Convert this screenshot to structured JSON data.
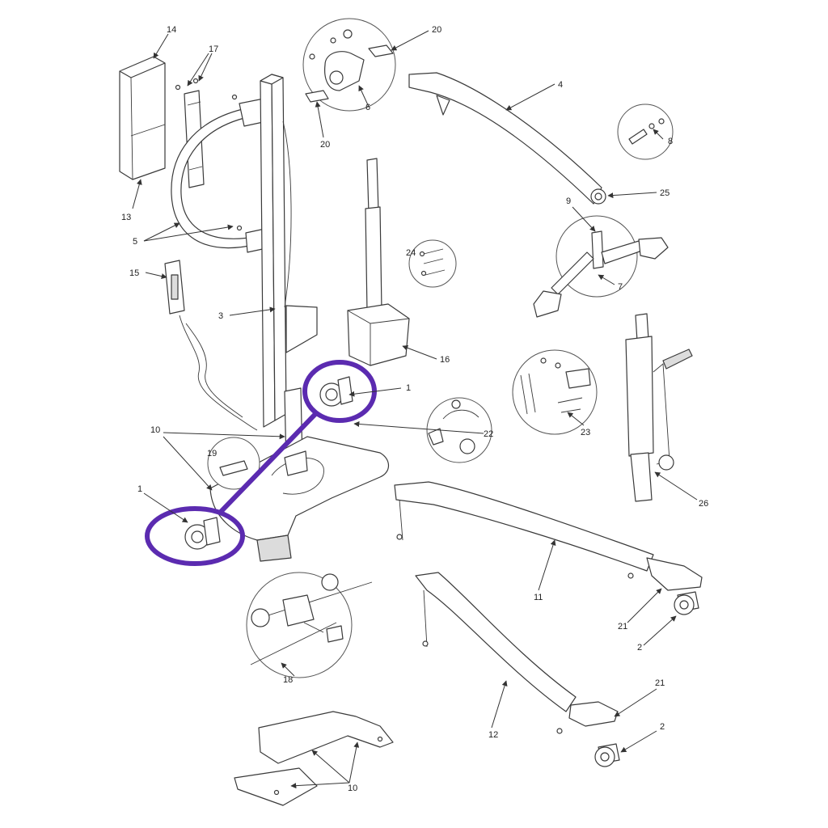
{
  "accent_color": "#5b2bb0",
  "callouts": {
    "c1a": "1",
    "c1b": "1",
    "c2a": "2",
    "c2b": "2",
    "c3": "3",
    "c4": "4",
    "c5": "5",
    "c6": "6",
    "c7": "7",
    "c8": "8",
    "c9": "9",
    "c10a": "10",
    "c10b": "10",
    "c11": "11",
    "c12": "12",
    "c13": "13",
    "c14": "14",
    "c15": "15",
    "c16": "16",
    "c17": "17",
    "c18": "18",
    "c19": "19",
    "c20a": "20",
    "c20b": "20",
    "c21a": "21",
    "c21b": "21",
    "c22": "22",
    "c23": "23",
    "c24": "24",
    "c25": "25",
    "c26": "26"
  }
}
